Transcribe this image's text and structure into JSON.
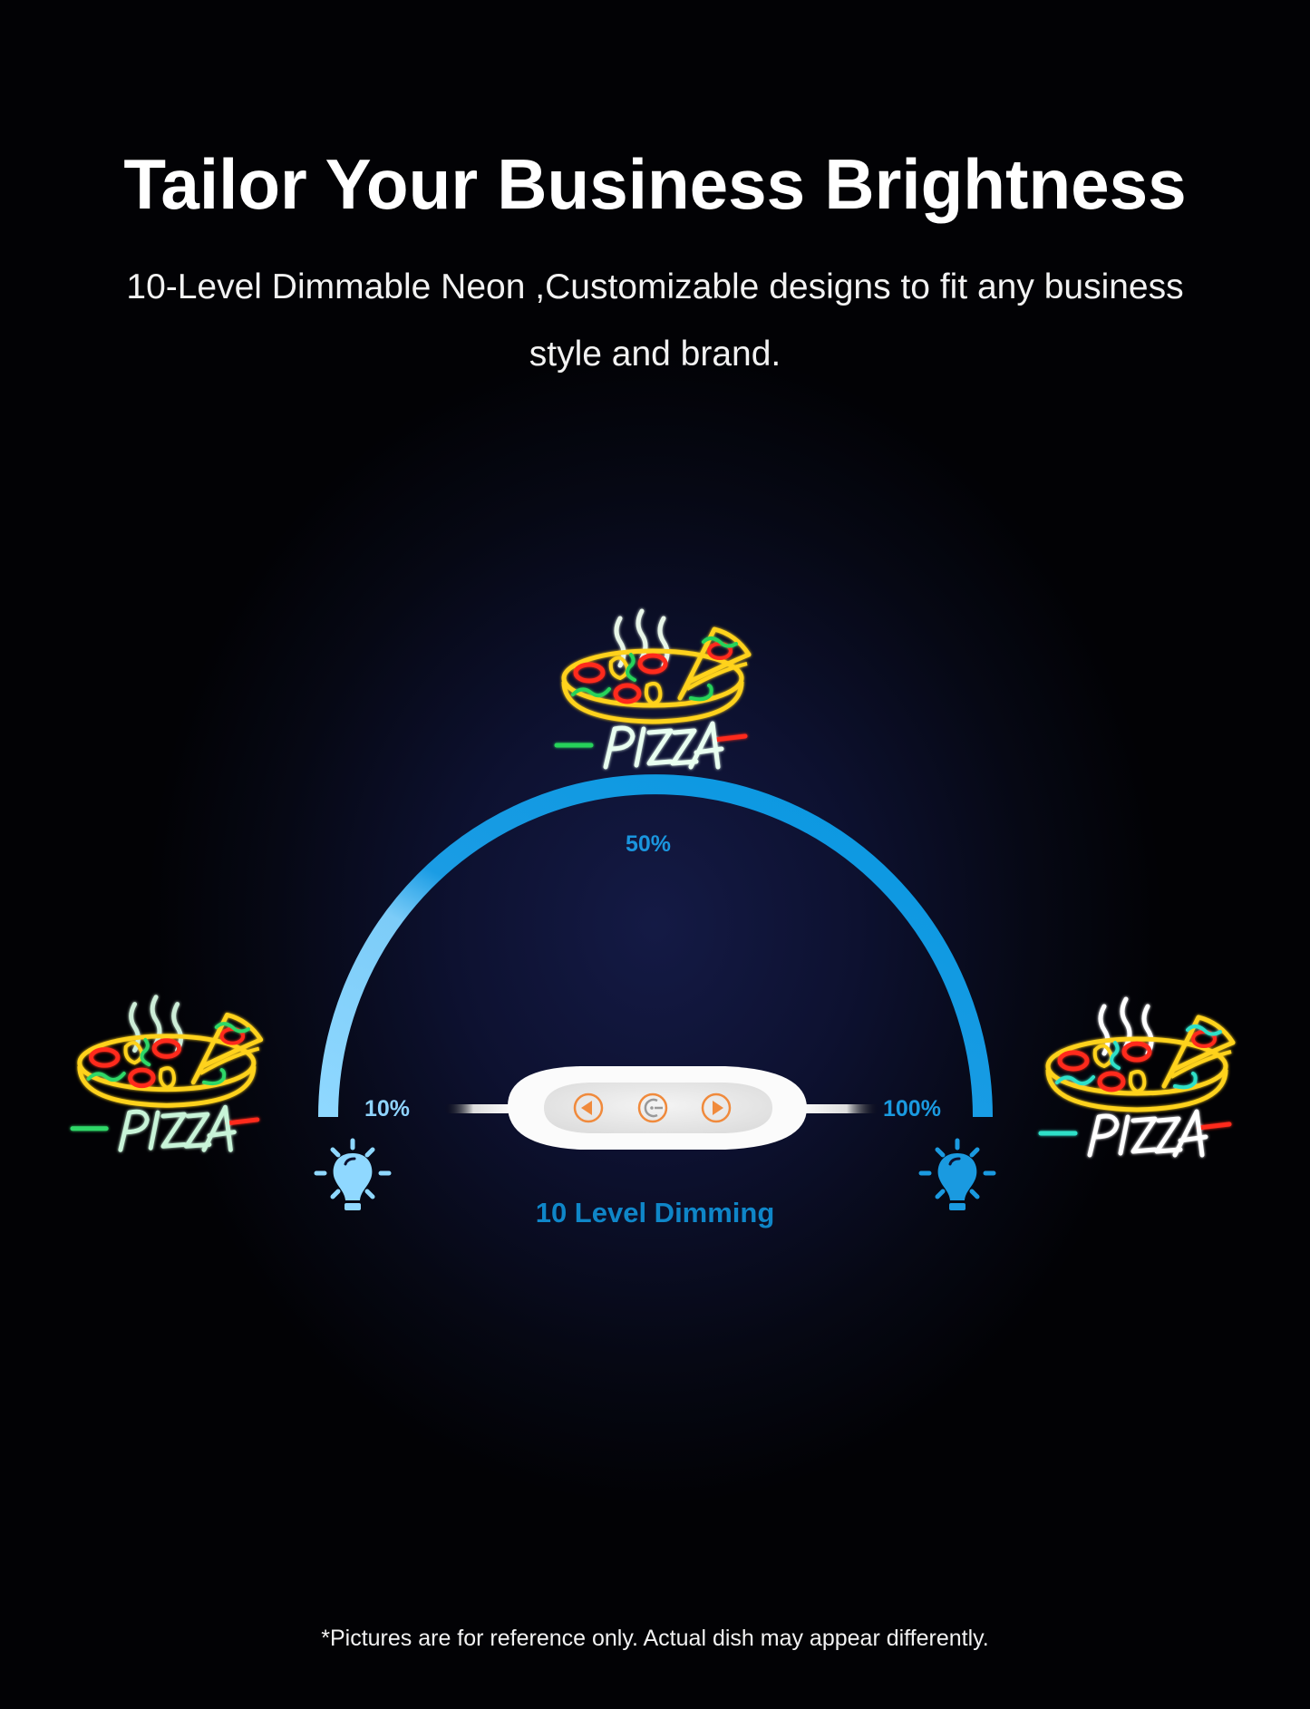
{
  "header": {
    "title": "Tailor Your Business Brightness",
    "subtitle": "10-Level Dimmable Neon ,Customizable designs to fit any business style and brand."
  },
  "dimmer": {
    "arc_labels": {
      "low": "10%",
      "mid": "50%",
      "high": "100%"
    },
    "caption": "10 Level Dimming",
    "arc_colors": {
      "start": "#8fd8ff",
      "end": "#0797e0"
    },
    "remote_buttons": [
      {
        "name": "decrease",
        "icon": "left-triangle-icon"
      },
      {
        "name": "power",
        "icon": "power-icon"
      },
      {
        "name": "increase",
        "icon": "right-triangle-icon"
      }
    ],
    "accent_color": "#f08a3c",
    "bulb_icons": [
      {
        "position": "left",
        "icon": "lightbulb-icon",
        "color": "#8fd8ff"
      },
      {
        "position": "right",
        "icon": "lightbulb-icon",
        "color": "#1a9ae0"
      }
    ]
  },
  "signs": [
    {
      "position": "left",
      "label": "PIZZA",
      "brightness": "10%"
    },
    {
      "position": "top",
      "label": "PIZZA",
      "brightness": "50%"
    },
    {
      "position": "right",
      "label": "PIZZA",
      "brightness": "100%"
    }
  ],
  "footnote": "*Pictures are for reference only. Actual dish may appear differently."
}
